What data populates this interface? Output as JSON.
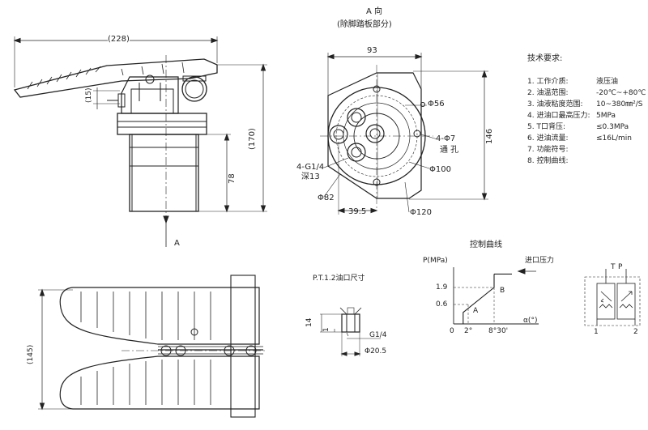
{
  "view_a": {
    "title": "A 向",
    "subtitle": "(除脚踏板部分)"
  },
  "front_view": {
    "dim_width": "(228)",
    "dim_15": "(15)",
    "dim_170": "(170)",
    "dim_78": "78",
    "arrow_label": "A"
  },
  "top_view": {
    "dim_145": "(145)"
  },
  "a_view": {
    "dim_93": "93",
    "dim_146": "146",
    "dia_56": "Φ56",
    "holes_4_7": "4-Φ7",
    "through": "通 孔",
    "dia_100": "Φ100",
    "port_thread": "4-G1/4",
    "depth": "深13",
    "dia_82": "Φ82",
    "dim_39_5": "39.5",
    "dia_120": "Φ120"
  },
  "tech_req": {
    "title": "技术要求:",
    "items": [
      {
        "label": "1. 工作介质:",
        "value": "液压油"
      },
      {
        "label": "2. 油温范围:",
        "value": "-20℃~+80℃"
      },
      {
        "label": "3. 油液粘度范围:",
        "value": "10~380㎜²/S"
      },
      {
        "label": "4. 进油口最高压力:",
        "value": "5MPa"
      },
      {
        "label": "5. T口背压:",
        "value": "≤0.3MPa"
      },
      {
        "label": "6. 进油流量:",
        "value": "≤16L/min"
      },
      {
        "label": "7. 功能符号:",
        "value": ""
      },
      {
        "label": "8. 控制曲线:",
        "value": ""
      }
    ]
  },
  "port_detail": {
    "title": "P.T.1.2油口尺寸",
    "dim_14": "14",
    "dim_1": "1",
    "thread": "G1/4",
    "dia": "Φ20.5"
  },
  "control_curve": {
    "title": "控制曲线",
    "ylabel": "P(MPa)",
    "xlabel": "α(°)",
    "inlet_label": "进口压力",
    "y_ticks": [
      "1.9",
      "0.6"
    ],
    "x_ticks": [
      "0",
      "2°",
      "8°30'"
    ],
    "region_a": "A",
    "region_b": "B"
  },
  "symbol": {
    "t": "T",
    "p": "P",
    "port1": "1",
    "port2": "2"
  },
  "chart_data": {
    "type": "line",
    "title": "控制曲线",
    "xlabel": "α(°)",
    "ylabel": "P(MPa)",
    "x_ticks": [
      "0",
      "2°",
      "8°30'"
    ],
    "y_ticks": [
      "0.6",
      "1.9"
    ],
    "series": [
      {
        "x": [
          2,
          2,
          8.5,
          8.5
        ],
        "y": [
          0,
          0.6,
          1.9,
          2.6
        ]
      }
    ]
  }
}
